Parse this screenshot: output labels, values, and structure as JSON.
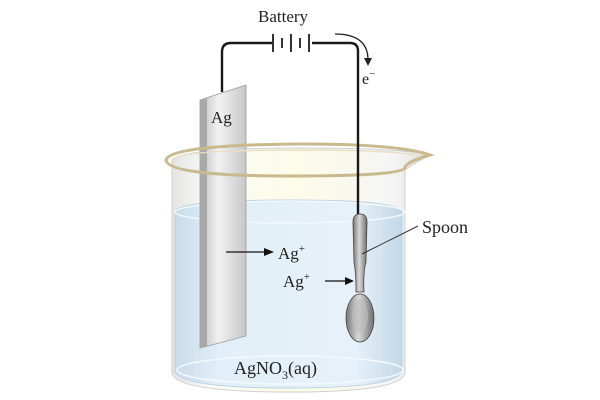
{
  "title": "Silver electroplating of a spoon",
  "labels": {
    "battery": "Battery",
    "electron": "e",
    "electron_sup": "−",
    "anode": "Ag",
    "ion1": "Ag",
    "ion1_sup": "+",
    "ion2": "Ag",
    "ion2_sup": "+",
    "cathode": "Spoon",
    "solution_main": "AgNO",
    "solution_sub": "3",
    "solution_tail": "(aq)"
  },
  "colors": {
    "wire": "#1a1a1a",
    "solution": "#d6e9f5",
    "rim": "#c9b98e",
    "metal": "#cfcfcf"
  }
}
